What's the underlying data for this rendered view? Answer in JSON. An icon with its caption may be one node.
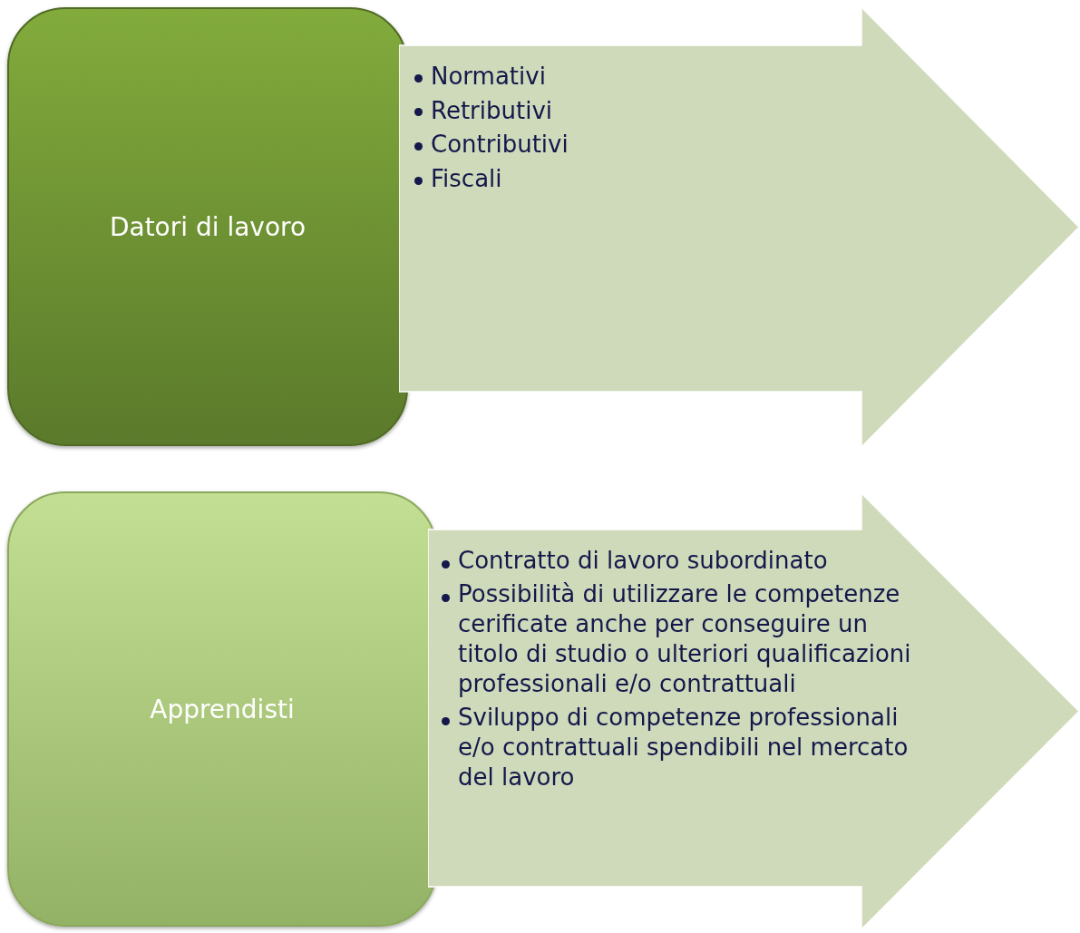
{
  "diagram": {
    "nodes": [
      {
        "text": [
          "Datori di lavoro"
        ]
      },
      {
        "text": [
          "Normativi",
          "Retributivi",
          "Contributivi",
          "Fiscali"
        ]
      },
      {
        "text": [
          "Apprendisti"
        ]
      },
      {
        "text": [
          "Contratto di lavoro subordinato",
          "Possibilità di utilizzare le competenze cerificate anche per conseguire un titolo di studio o ulteriori qualificazioni professionali e/o contrattuali",
          "Sviluppo di competenze professionali e/o contrattuali spendibili nel mercato del lavoro"
        ]
      }
    ]
  }
}
